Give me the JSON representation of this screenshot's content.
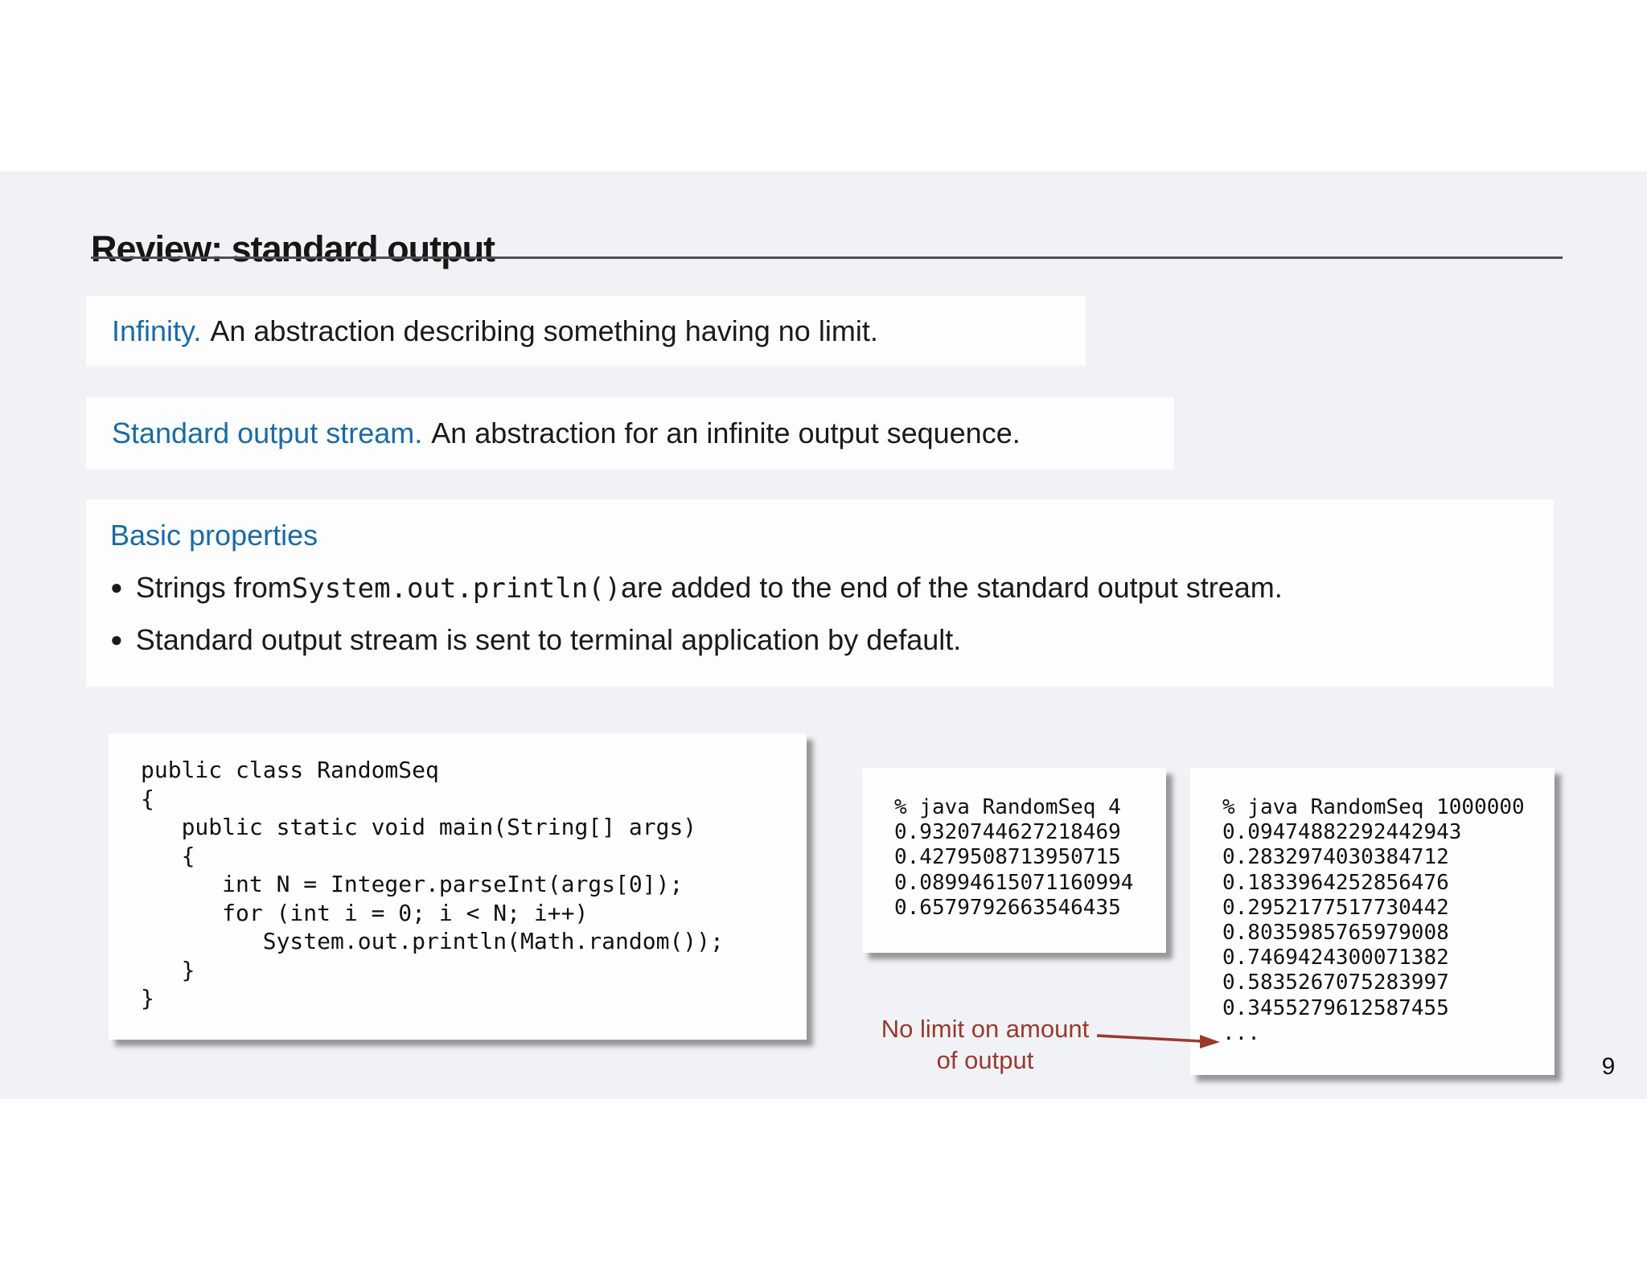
{
  "slide": {
    "title": "Review: standard output",
    "page_number": "9"
  },
  "definitions": [
    {
      "term": "Infinity.",
      "text": "An abstraction describing something having no limit."
    },
    {
      "term": "Standard output stream.",
      "text": "An abstraction for an infinite output sequence."
    }
  ],
  "properties": {
    "heading": "Basic properties",
    "bullet1": {
      "pre": "Strings from ",
      "code": "System.out.println()",
      "post": " are added to the end of the standard output stream."
    },
    "bullet2": "Standard output stream is sent to terminal application by default."
  },
  "code_panel": {
    "lines": [
      "public class RandomSeq",
      "{",
      "   public static void main(String[] args)",
      "   {",
      "      int N = Integer.parseInt(args[0]);",
      "      for (int i = 0; i < N; i++)",
      "         System.out.println(Math.random());",
      "   }",
      "}"
    ]
  },
  "terminal_small": {
    "lines": [
      "% java RandomSeq 4",
      "0.9320744627218469",
      "0.4279508713950715",
      "0.08994615071160994",
      "0.6579792663546435"
    ]
  },
  "terminal_large": {
    "lines": [
      "% java RandomSeq 1000000",
      "0.09474882292442943",
      "0.2832974030384712",
      "0.1833964252856476",
      "0.2952177517730442",
      "0.8035985765979008",
      "0.7469424300071382",
      "0.5835267075283997",
      "0.3455279612587455",
      "..."
    ]
  },
  "annotation": {
    "lines": [
      "No limit on amount",
      "of output"
    ]
  },
  "colors": {
    "accent_blue": "#1a6ba3",
    "annotation_red": "#9a392e",
    "band_bg": "#f0f2f5",
    "box_bg": "#fdfdfd",
    "rule_gray": "#4f4f4f",
    "text_dark": "#1a1a1a"
  }
}
